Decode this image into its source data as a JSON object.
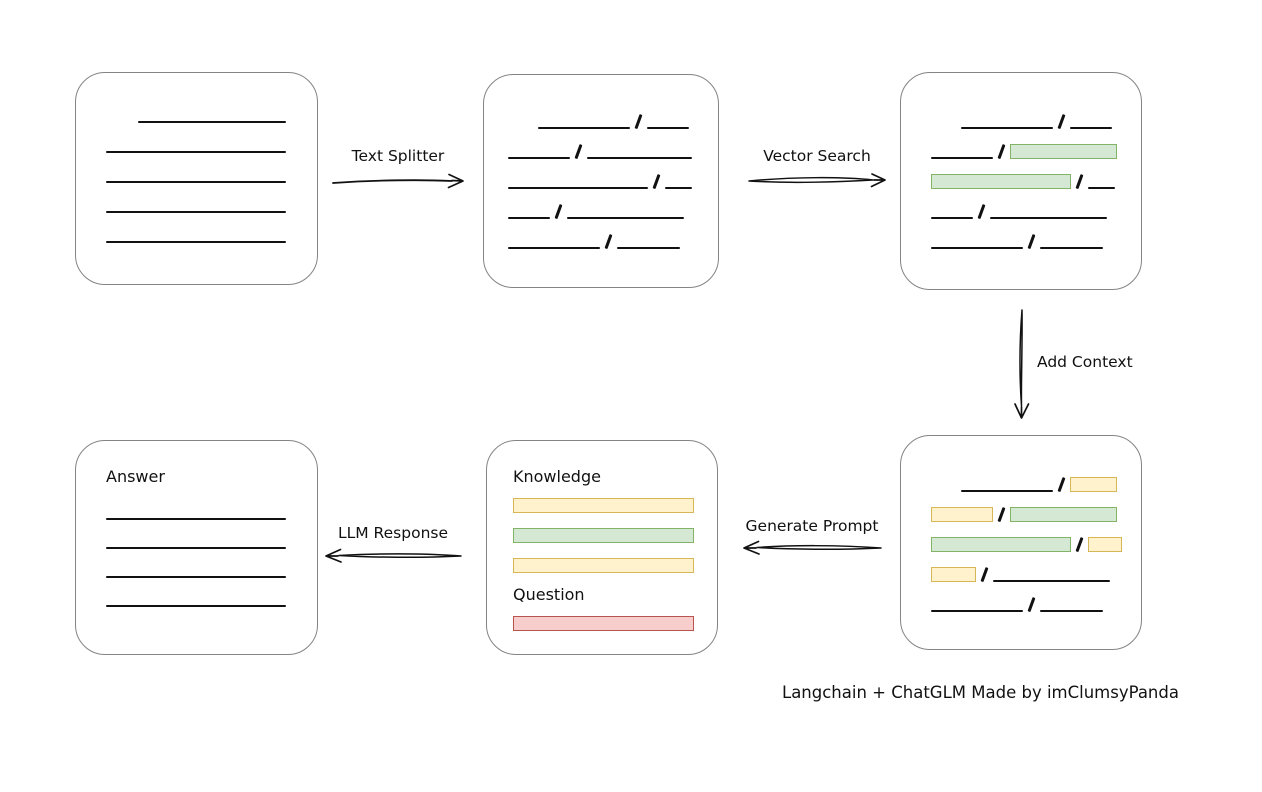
{
  "caption": "Langchain + ChatGLM Made by imClumsyPanda",
  "colors": {
    "green-fill": "#d5e8d4",
    "green-border": "#82b366",
    "yellow-fill": "#fff2cc",
    "yellow-border": "#d6b656",
    "red-fill": "#f8cecc",
    "red-border": "#b85450",
    "ink": "#111111",
    "box-border": "#848484"
  },
  "arrows": {
    "text_splitter": {
      "label": "Text Splitter",
      "direction": "right"
    },
    "vector_search": {
      "label": "Vector Search",
      "direction": "right"
    },
    "add_context": {
      "label": "Add Context",
      "direction": "down"
    },
    "generate_prompt": {
      "label": "Generate Prompt",
      "direction": "left"
    },
    "llm_response": {
      "label": "LLM Response",
      "direction": "left"
    }
  },
  "boxes": {
    "document": {
      "rows": [
        [
          {
            "t": "indent",
            "w": 32
          },
          {
            "t": "line",
            "w": 148
          }
        ],
        [
          {
            "t": "line",
            "w": 180
          }
        ],
        [
          {
            "t": "line",
            "w": 180
          }
        ],
        [
          {
            "t": "line",
            "w": 180
          }
        ],
        [
          {
            "t": "line",
            "w": 180
          }
        ]
      ]
    },
    "chunks": {
      "rows": [
        [
          {
            "t": "indent",
            "w": 30
          },
          {
            "t": "line",
            "w": 92
          },
          {
            "t": "slash"
          },
          {
            "t": "line",
            "w": 42
          }
        ],
        [
          {
            "t": "line",
            "w": 62
          },
          {
            "t": "slash"
          },
          {
            "t": "line",
            "w": 105
          }
        ],
        [
          {
            "t": "line",
            "w": 140
          },
          {
            "t": "slash"
          },
          {
            "t": "line",
            "w": 27
          }
        ],
        [
          {
            "t": "line",
            "w": 42
          },
          {
            "t": "slash"
          },
          {
            "t": "line",
            "w": 117
          }
        ],
        [
          {
            "t": "line",
            "w": 92
          },
          {
            "t": "slash"
          },
          {
            "t": "line",
            "w": 63
          }
        ]
      ]
    },
    "search_results": {
      "rows": [
        [
          {
            "t": "indent",
            "w": 30
          },
          {
            "t": "line",
            "w": 92
          },
          {
            "t": "slash"
          },
          {
            "t": "line",
            "w": 42
          }
        ],
        [
          {
            "t": "line",
            "w": 62
          },
          {
            "t": "slash"
          },
          {
            "t": "green",
            "w": 107
          }
        ],
        [
          {
            "t": "green",
            "w": 140
          },
          {
            "t": "slash"
          },
          {
            "t": "line",
            "w": 27
          }
        ],
        [
          {
            "t": "line",
            "w": 42
          },
          {
            "t": "slash"
          },
          {
            "t": "line",
            "w": 117
          }
        ],
        [
          {
            "t": "line",
            "w": 92
          },
          {
            "t": "slash"
          },
          {
            "t": "line",
            "w": 63
          }
        ]
      ]
    },
    "context": {
      "rows": [
        [
          {
            "t": "indent",
            "w": 30
          },
          {
            "t": "line",
            "w": 92
          },
          {
            "t": "slash"
          },
          {
            "t": "yellow",
            "w": 47
          }
        ],
        [
          {
            "t": "yellow",
            "w": 62
          },
          {
            "t": "slash"
          },
          {
            "t": "green",
            "w": 107
          }
        ],
        [
          {
            "t": "green",
            "w": 140
          },
          {
            "t": "slash"
          },
          {
            "t": "yellow",
            "w": 34
          }
        ],
        [
          {
            "t": "yellow",
            "w": 45
          },
          {
            "t": "slash"
          },
          {
            "t": "line",
            "w": 117
          }
        ],
        [
          {
            "t": "line",
            "w": 92
          },
          {
            "t": "slash"
          },
          {
            "t": "line",
            "w": 63
          }
        ]
      ]
    },
    "prompt": {
      "knowledge_label": "Knowledge",
      "question_label": "Question",
      "knowledge_bars": [
        [
          {
            "t": "yellow",
            "w": 181
          }
        ],
        [
          {
            "t": "green",
            "w": 181
          }
        ],
        [
          {
            "t": "yellow",
            "w": 181
          }
        ]
      ],
      "question_bars": [
        [
          {
            "t": "red",
            "w": 181
          }
        ]
      ]
    },
    "answer": {
      "label": "Answer",
      "rows": [
        [
          {
            "t": "line",
            "w": 180
          }
        ],
        [
          {
            "t": "line",
            "w": 180
          }
        ],
        [
          {
            "t": "line",
            "w": 180
          }
        ],
        [
          {
            "t": "line",
            "w": 180
          }
        ]
      ]
    }
  }
}
